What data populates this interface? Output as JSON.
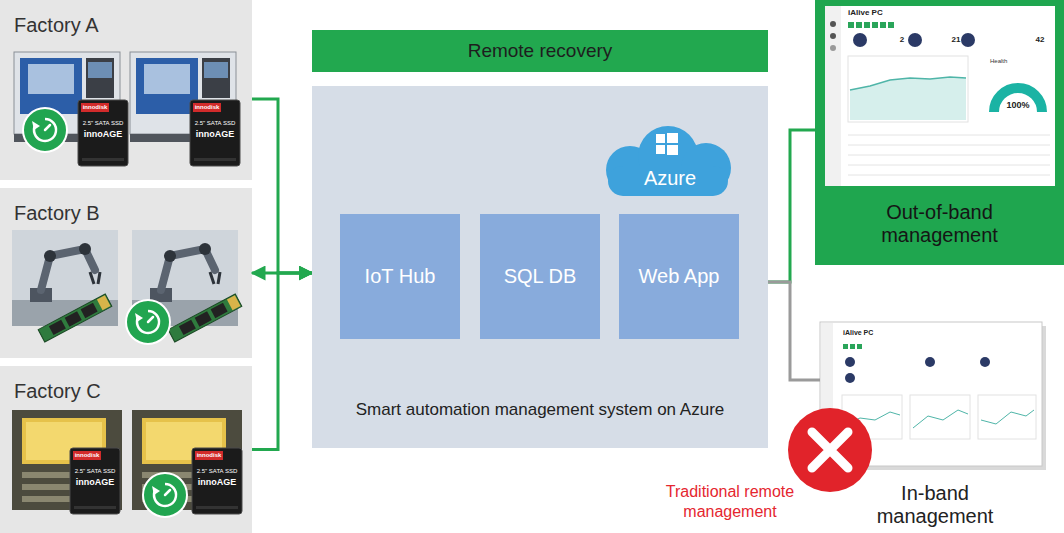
{
  "diagram": {
    "nodes": [
      {
        "text": [
          "Factory A"
        ]
      },
      {
        "text": [
          "Factory B"
        ]
      },
      {
        "text": [
          "Factory C"
        ]
      },
      {
        "text": [
          "Remote recovery"
        ]
      },
      {
        "text": [
          "Smart automation management system on Azure"
        ]
      },
      {
        "text": [
          "Azure"
        ],
        "in": 4
      },
      {
        "text": [
          "IoT Hub"
        ],
        "in": 4
      },
      {
        "text": [
          "SQL DB"
        ],
        "in": 4
      },
      {
        "text": [
          "Web App"
        ],
        "in": 4
      },
      {
        "text": [
          "Out-of-band management"
        ]
      },
      {
        "text": [
          "In-band management"
        ]
      }
    ],
    "edges": [
      {
        "from": 0,
        "to": 4,
        "arrow": "to"
      },
      {
        "from": 1,
        "to": 4,
        "arrow": "both"
      },
      {
        "from": 2,
        "to": 4,
        "arrow": "to"
      },
      {
        "from": 4,
        "to": 9,
        "arrow": "none"
      },
      {
        "from": 4,
        "to": 10,
        "arrow": "none"
      }
    ],
    "labels": [
      "innodisk",
      "2.5\" SATA SSD",
      "innoAGE",
      "innodisk",
      "2.5\" SATA SSD",
      "innoAGE",
      "innodisk",
      "2.5\" SATA SSD",
      "innoAGE",
      "innodisk",
      "2.5\" SATA SSD",
      "innoAGE",
      "iAlive PC",
      "2",
      "21",
      "42",
      "Health",
      "100%",
      "iAlive PC",
      "Traditional remote management"
    ]
  }
}
